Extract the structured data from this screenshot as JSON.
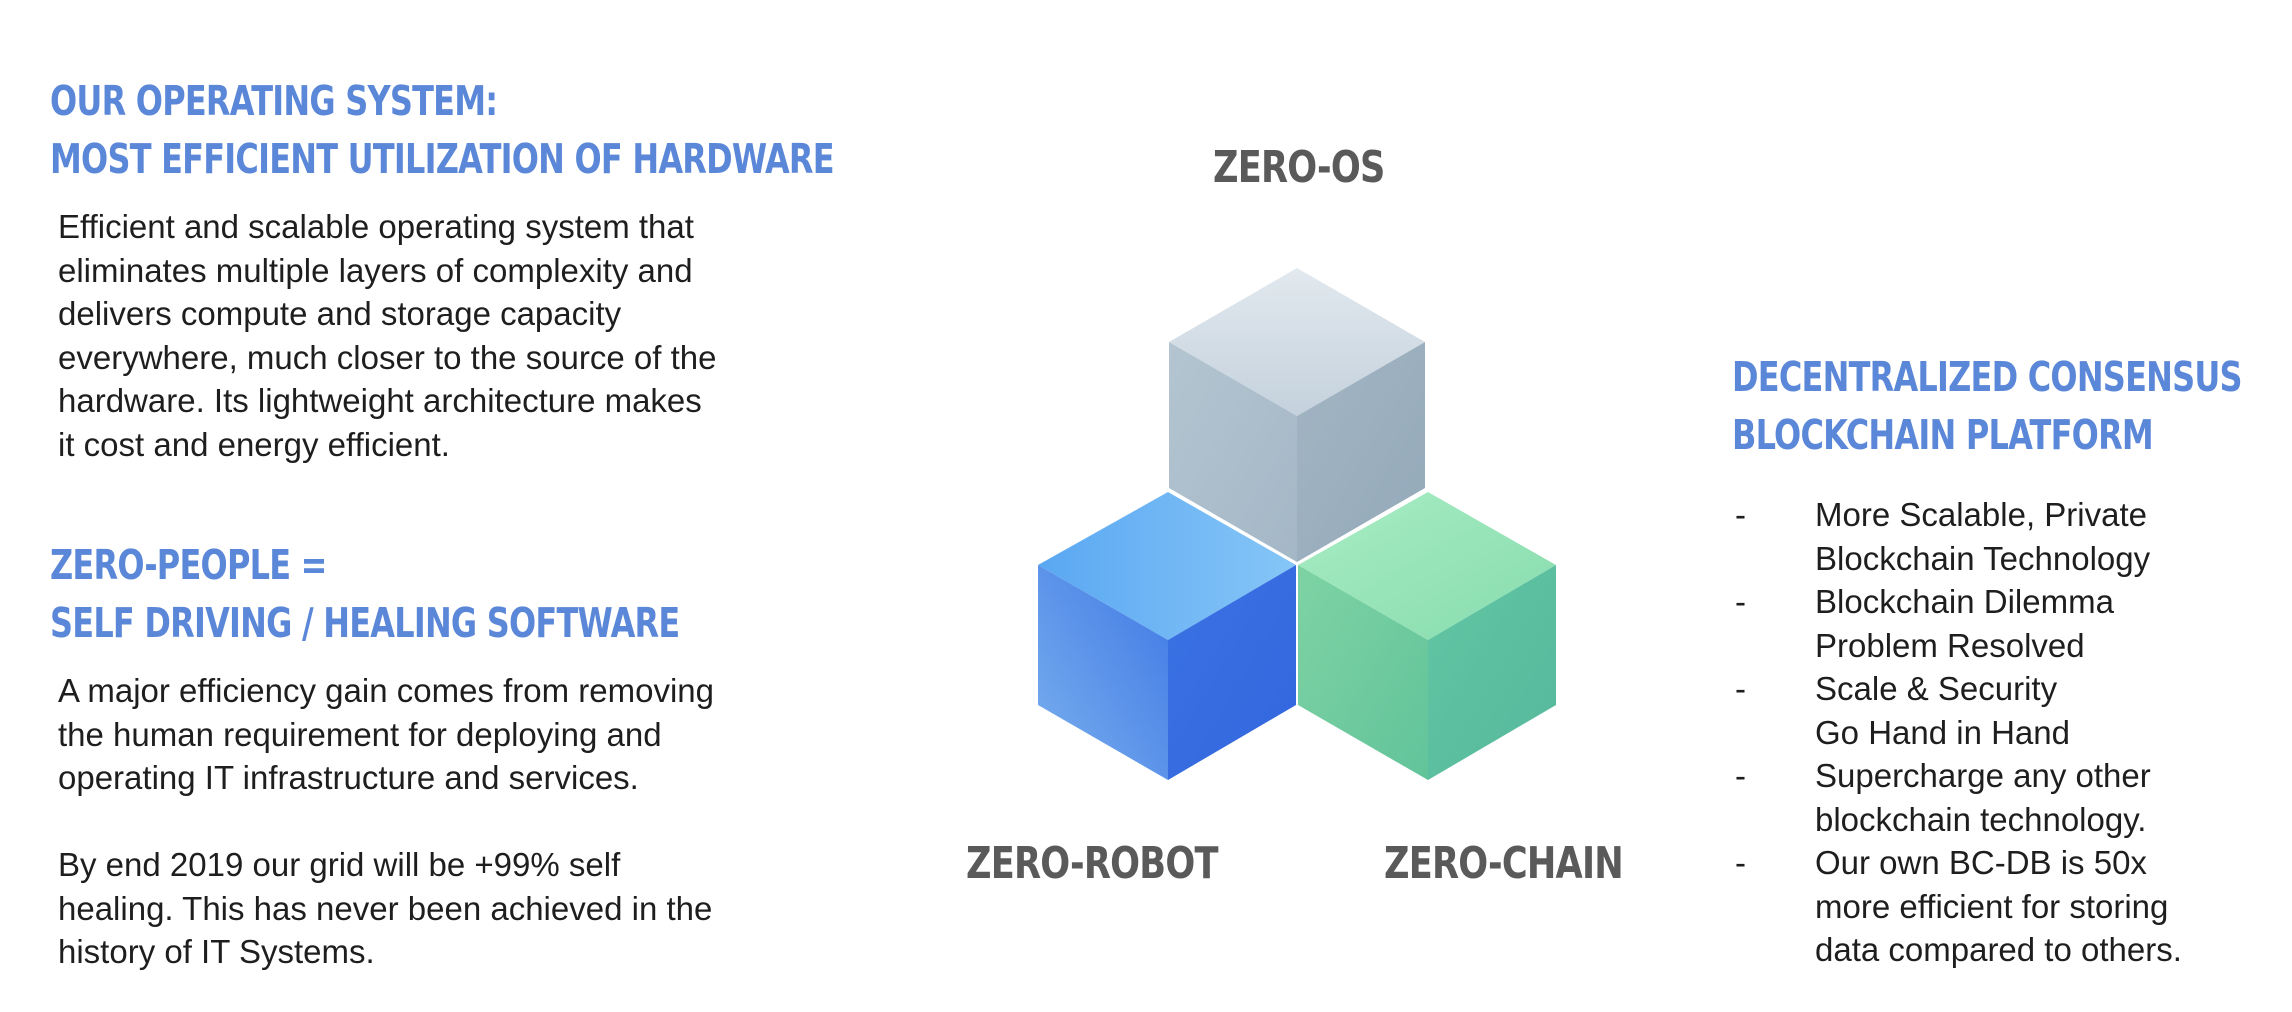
{
  "os_section": {
    "heading_line1": "OUR OPERATING SYSTEM:",
    "heading_line2": "MOST EFFICIENT UTILIZATION OF HARDWARE",
    "body_lines": [
      "Efficient and scalable operating system that",
      "eliminates multiple layers of complexity and",
      "delivers compute and storage capacity",
      "everywhere, much closer to the source of the",
      "hardware. Its lightweight architecture makes",
      "it cost and energy efficient."
    ]
  },
  "people_section": {
    "heading_line1": "ZERO-PEOPLE =",
    "heading_line2": "SELF DRIVING / HEALING SOFTWARE",
    "body_lines": [
      "A major efficiency gain comes from removing",
      "the human requirement for deploying and",
      "operating IT infrastructure and services."
    ],
    "grid_lines": [
      "By end 2019 our grid will be +99% self",
      "healing. This has never been achieved in the",
      "history of IT Systems."
    ]
  },
  "diagram": {
    "top_label": "ZERO-OS",
    "left_label": "ZERO-ROBOT",
    "right_label": "ZERO-CHAIN",
    "colors": {
      "os": "#a9bccb",
      "robot": "#3d74e4",
      "chain": "#5cc2a3"
    }
  },
  "chain_section": {
    "heading_line1": "DECENTRALIZED CONSENSUS",
    "heading_line2": "BLOCKCHAIN PLATFORM",
    "bullet_marker": "-",
    "bullets": [
      [
        "More Scalable, Private",
        "Blockchain Technology"
      ],
      [
        "Blockchain Dilemma",
        "Problem Resolved"
      ],
      [
        "Scale & Security",
        "Go Hand in Hand"
      ],
      [
        "Supercharge any other",
        "blockchain technology."
      ],
      [
        "Our own BC-DB is 50x",
        "more efficient for storing",
        "data compared to others."
      ]
    ]
  },
  "accent_color": "#5b87d8"
}
